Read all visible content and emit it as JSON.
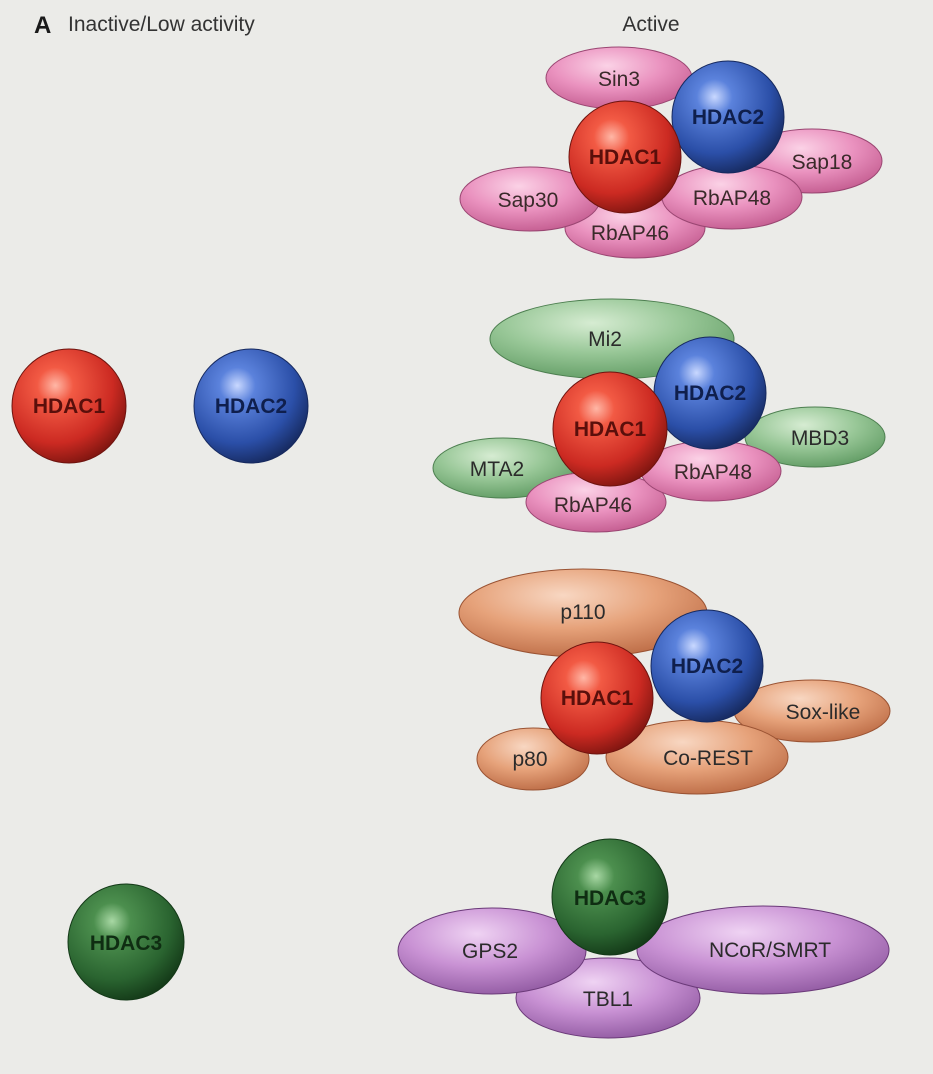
{
  "panel_letter": "A",
  "left_header": "Inactive/Low activity",
  "right_header": "Active",
  "colors": {
    "hdac1": "#d9312a",
    "hdac2": "#2f56b5",
    "hdac3": "#2e6a33",
    "sin3_group": "#e58cb8",
    "mi2_group": "#8fc08f",
    "corest_group": "#e3a07a",
    "ncor_group": "#c690d0"
  },
  "inactive": {
    "hdac1": "HDAC1",
    "hdac2": "HDAC2",
    "hdac3": "HDAC3"
  },
  "complexes": {
    "sin3": {
      "sin3": "Sin3",
      "hdac2": "HDAC2",
      "hdac1": "HDAC1",
      "sap18": "Sap18",
      "sap30": "Sap30",
      "rbap48": "RbAP48",
      "rbap46": "RbAP46"
    },
    "nurd": {
      "mi2": "Mi2",
      "hdac2": "HDAC2",
      "hdac1": "HDAC1",
      "mbd3": "MBD3",
      "mta2": "MTA2",
      "rbap48": "RbAP48",
      "rbap46": "RbAP46"
    },
    "corest": {
      "p110": "p110",
      "hdac2": "HDAC2",
      "hdac1": "HDAC1",
      "soxlike": "Sox-like",
      "p80": "p80",
      "corest": "Co-REST"
    },
    "ncor": {
      "hdac3": "HDAC3",
      "gps2": "GPS2",
      "ncor": "NCoR/SMRT",
      "tbl1": "TBL1"
    }
  }
}
